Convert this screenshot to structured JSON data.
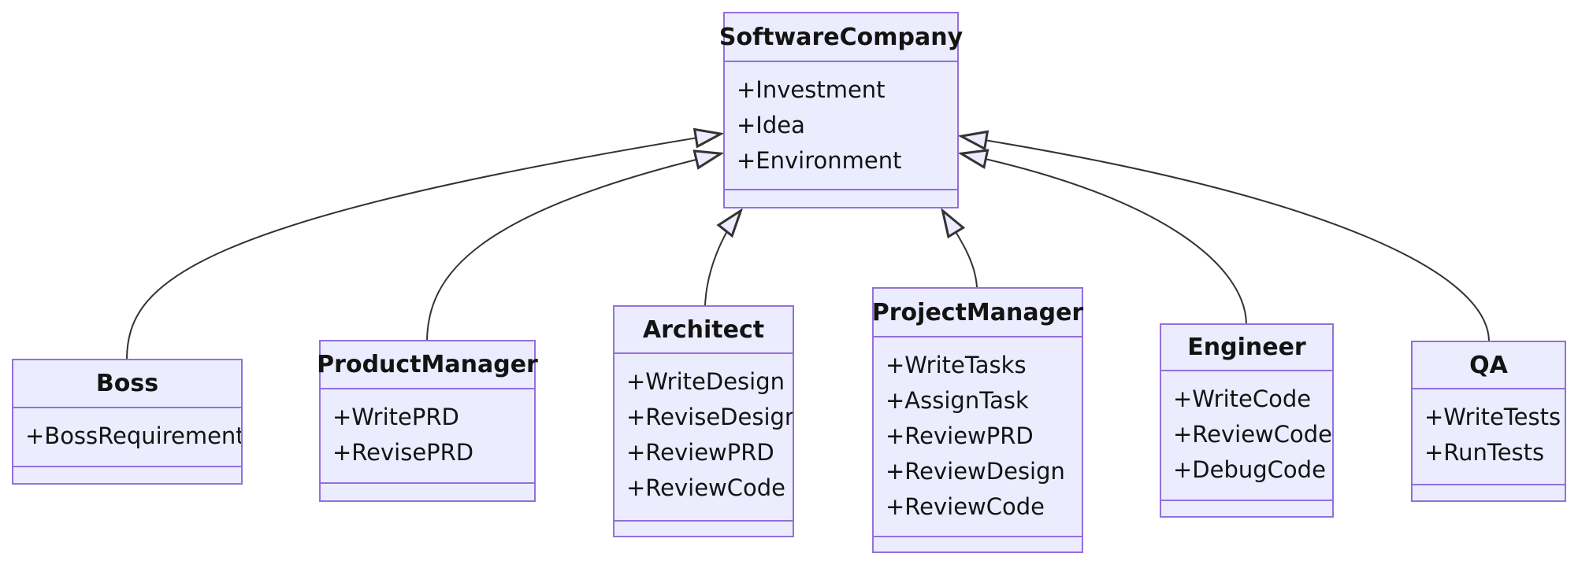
{
  "diagram": {
    "type": "uml-class-diagram",
    "colors": {
      "class_fill": "#ECECFF",
      "class_border": "#9370DB",
      "edge_color": "#333333",
      "text_color": "#131313",
      "background": "#FFFFFF"
    },
    "classes": [
      {
        "name": "SoftwareCompany",
        "attributes": [
          "+Investment",
          "+Idea",
          "+Environment"
        ]
      },
      {
        "name": "Boss",
        "attributes": [
          "+BossRequirement"
        ]
      },
      {
        "name": "ProductManager",
        "attributes": [
          "+WritePRD",
          "+RevisePRD"
        ]
      },
      {
        "name": "Architect",
        "attributes": [
          "+WriteDesign",
          "+ReviseDesign",
          "+ReviewPRD",
          "+ReviewCode"
        ]
      },
      {
        "name": "ProjectManager",
        "attributes": [
          "+WriteTasks",
          "+AssignTask",
          "+ReviewPRD",
          "+ReviewDesign",
          "+ReviewCode"
        ]
      },
      {
        "name": "Engineer",
        "attributes": [
          "+WriteCode",
          "+ReviewCode",
          "+DebugCode"
        ]
      },
      {
        "name": "QA",
        "attributes": [
          "+WriteTests",
          "+RunTests"
        ]
      }
    ],
    "relationships": [
      {
        "from": "Boss",
        "to": "SoftwareCompany",
        "type": "inheritance"
      },
      {
        "from": "ProductManager",
        "to": "SoftwareCompany",
        "type": "inheritance"
      },
      {
        "from": "Architect",
        "to": "SoftwareCompany",
        "type": "inheritance"
      },
      {
        "from": "ProjectManager",
        "to": "SoftwareCompany",
        "type": "inheritance"
      },
      {
        "from": "Engineer",
        "to": "SoftwareCompany",
        "type": "inheritance"
      },
      {
        "from": "QA",
        "to": "SoftwareCompany",
        "type": "inheritance"
      }
    ]
  }
}
